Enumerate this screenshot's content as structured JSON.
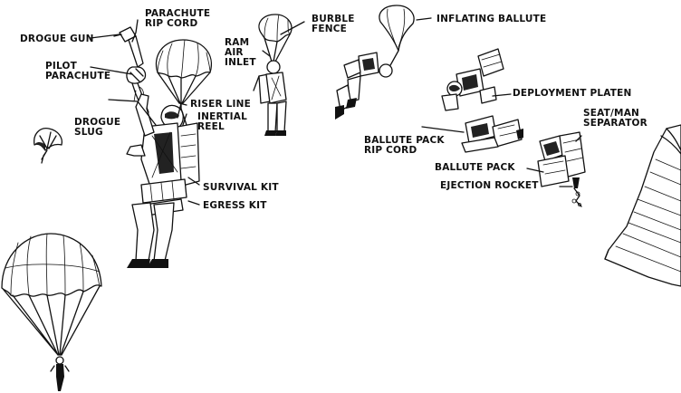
{
  "labels": {
    "drogue_gun": "DROGUE GUN",
    "parachute_rip_cord": "PARACHUTE\nRIP CORD",
    "pilot_parachute": "PILOT\nPARACHUTE",
    "drogue_slug": "DROGUE\nSLUG",
    "riser_line": "RISER LINE",
    "inertial_reel": "INERTIAL\nREEL",
    "survival_kit": "SURVIVAL KIT",
    "egress_kit": "EGRESS KIT",
    "ram_air_inlet": "RAM\nAIR\nINLET",
    "burble_fence": "BURBLE\nFENCE",
    "inflating_ballute": "INFLATING BALLUTE",
    "deployment_platen": "DEPLOYMENT PLATEN",
    "ballute_pack_rip_cord": "BALLUTE PACK\nRIP CORD",
    "ballute_pack": "BALLUTE PACK",
    "seat_man_separator": "SEAT/MAN\nSEPARATOR",
    "ejection_rocket": "EJECTION ROCKET"
  }
}
